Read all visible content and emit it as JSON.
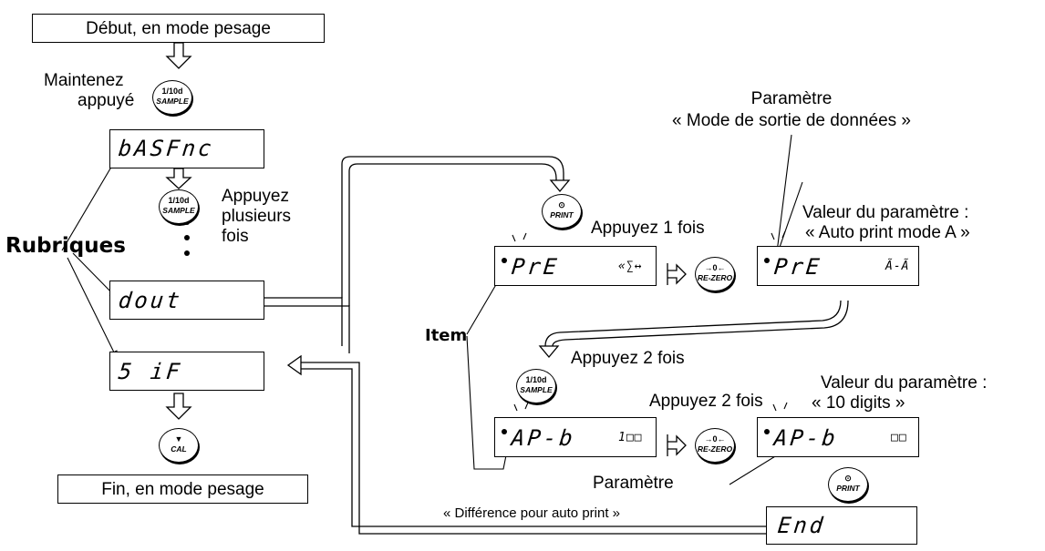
{
  "start_box": "Début, en mode pesage",
  "end_box": "Fin, en mode pesage",
  "maintain_line1": "Maintenez",
  "maintain_line2": "appuyé",
  "press_several_line1": "Appuyez",
  "press_several_line2": "plusieurs",
  "press_several_line3": "fois",
  "rubriques": "Rubriques",
  "item": "Item",
  "press_once": "Appuyez 1 fois",
  "press_twice_a": "Appuyez 2 fois",
  "press_twice_b": "Appuyez 2 fois",
  "param_top_line1": "Paramètre",
  "param_top_line2": "« Mode de sortie de données »",
  "value1_line1": "Valeur du paramètre :",
  "value1_line2": "« Auto print mode A »",
  "value2_line1": "Valeur du paramètre :",
  "value2_line2": "« 10 digits »",
  "param_bottom_line1": "Paramètre",
  "param_bottom_line2": "« Différence pour auto print »",
  "displays": {
    "basfnc": "bASFnc",
    "dout": "dout",
    "sif": "5 iF",
    "prt_left": "PrE",
    "prt_right": "PrE",
    "ap_left": "AP-b",
    "ap_right": "AP-b",
    "end": "End",
    "prt_left_value": "«∑↔",
    "prt_right_value": "Ã-Ã",
    "ap_left_value": "1□□",
    "ap_right_value": "□□"
  },
  "buttons": {
    "sample_top": "1/10d",
    "sample_bottom": "SAMPLE",
    "print_top": "⊙",
    "print_bottom": "PRINT",
    "rezero_top": "→0←",
    "rezero_bottom": "RE-ZERO",
    "cal_top": "▼",
    "cal_bottom": "CAL"
  },
  "colors": {
    "line": "#000000",
    "background": "#ffffff"
  }
}
